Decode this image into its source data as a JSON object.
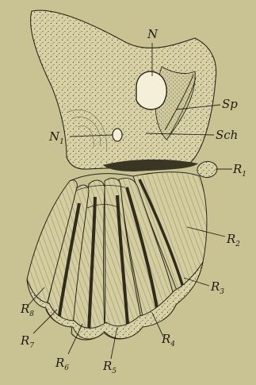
{
  "figure": {
    "labels": {
      "N": "N",
      "Sp": "Sp",
      "N1": {
        "base": "N",
        "sub": "1"
      },
      "Sch": "Sch",
      "R1": {
        "base": "R",
        "sub": "1"
      },
      "R2": {
        "base": "R",
        "sub": "2"
      },
      "R3": {
        "base": "R",
        "sub": "3"
      },
      "R4": {
        "base": "R",
        "sub": "4"
      },
      "R5": {
        "base": "R",
        "sub": "5"
      },
      "R6": {
        "base": "R",
        "sub": "6"
      },
      "R7": {
        "base": "R",
        "sub": "7"
      },
      "R8": {
        "base": "R",
        "sub": "8"
      }
    },
    "colors": {
      "paper": "#c9c394",
      "ink": "#2a271a",
      "stipple": "#5a5638",
      "cartilage": "#d8d2a6",
      "gap_shadow": "#2f2c1e"
    }
  }
}
